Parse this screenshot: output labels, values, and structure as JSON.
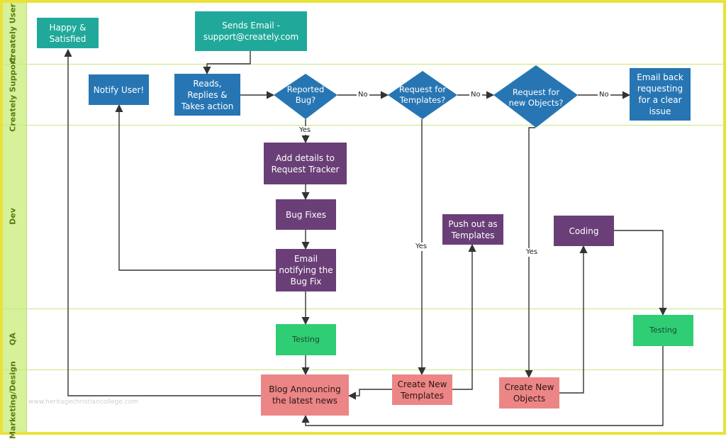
{
  "lanes": {
    "creately_user": "Creately User",
    "creately_support": "Creately Support",
    "dev": "Dev",
    "qa": "QA",
    "marketing_design": "Marketing/Design"
  },
  "nodes": {
    "happy_satisfied": "Happy &\nSatisfied",
    "sends_email": "Sends Email -\nsupport@creately.com",
    "notify_user": "Notify User!",
    "reads_replies": "Reads,\nReplies &\nTakes action",
    "reported_bug": "Reported\nBug?",
    "request_templates": "Request for\nTemplates?",
    "request_objects": "Request for\nnew Objects?",
    "email_back": "Email back\nrequesting\nfor a clear\nissue",
    "add_details": "Add details to\nRequest Tracker",
    "bug_fixes": "Bug Fixes",
    "email_notifying": "Email\nnotifying the\nBug Fix",
    "push_out_templates": "Push out as\nTemplates",
    "coding": "Coding",
    "testing_left": "Testing",
    "testing_right": "Testing",
    "blog": "Blog Announcing\nthe latest news",
    "create_templates": "Create New\nTemplates",
    "create_objects": "Create New\nObjects"
  },
  "edge_labels": {
    "no_1": "No",
    "no_2": "No",
    "no_3": "No",
    "yes_bug": "Yes",
    "yes_templates": "Yes",
    "yes_objects": "Yes"
  },
  "watermark": "www.heritagechristiancollege.com",
  "colors": {
    "frame": "#e9e23a",
    "lane_header": "#d6f19a",
    "teal": "#20a99a",
    "blue": "#2776b3",
    "purple": "#6a3f77",
    "green": "#2fcd74",
    "pink": "#ec8686",
    "connector": "#333333"
  }
}
